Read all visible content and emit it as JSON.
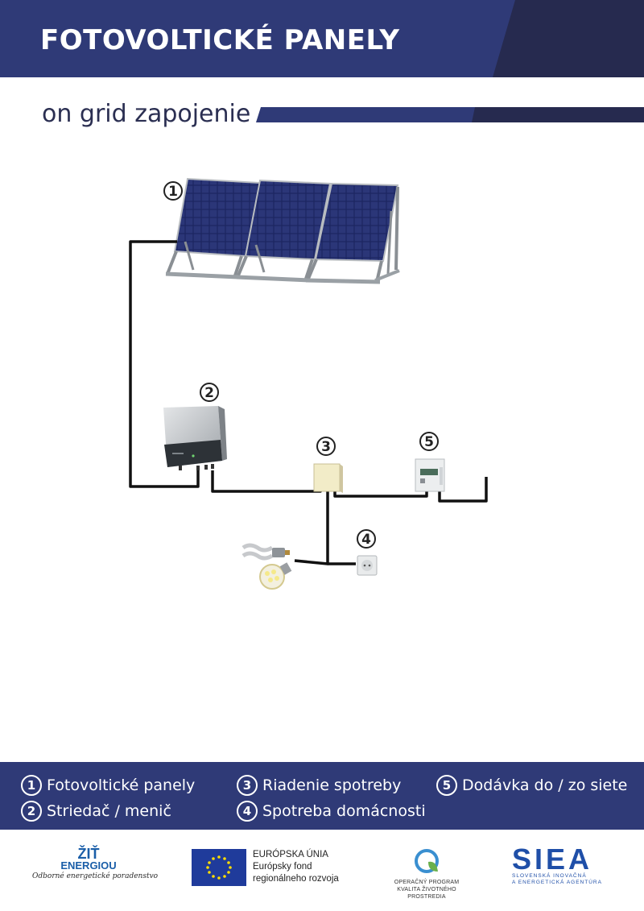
{
  "header": {
    "title": "FOTOVOLTICKÉ PANELY"
  },
  "subtitle": "on grid zapojenie",
  "diagram": {
    "badges": [
      "1",
      "2",
      "3",
      "4",
      "5"
    ]
  },
  "legend": [
    {
      "num": "1",
      "label": "Fotovoltické panely"
    },
    {
      "num": "2",
      "label": "Striedač / menič"
    },
    {
      "num": "3",
      "label": "Riadenie spotreby"
    },
    {
      "num": "4",
      "label": "Spotreba domácnosti"
    },
    {
      "num": "5",
      "label": "Dodávka do / zo siete"
    }
  ],
  "footer": {
    "zit_line1": "ŽIŤ",
    "zit_line2": "ENERGIOU",
    "zit_tagline": "Odborné energetické poradenstvo",
    "eu_line1": "EURÓPSKA ÚNIA",
    "eu_line2": "Európsky fond",
    "eu_line3": "regionálneho rozvoja",
    "op_line1": "OPERAČNÝ PROGRAM",
    "op_line2": "KVALITA ŽIVOTNÉHO PROSTREDIA",
    "siea_word": "SIEA",
    "siea_line1": "SLOVENSKÁ INOVAČNÁ",
    "siea_line2": "A ENERGETICKÁ AGENTÚRA"
  },
  "colors": {
    "navy": "#2f3a77",
    "dark_navy": "#262a4f",
    "cable": "#111111"
  }
}
